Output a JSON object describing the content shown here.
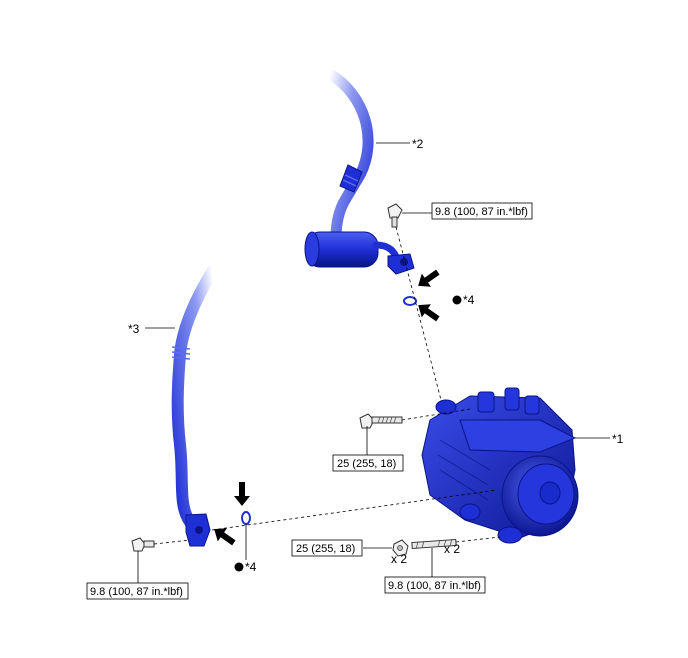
{
  "callouts": {
    "compressor": "*1",
    "discharge_hose": "*2",
    "suction_hose": "*3",
    "o_ring_upper": "*4",
    "o_ring_lower": "*4"
  },
  "torque": {
    "upper_bolt": "9.8 (100, 87 in.*lbf)",
    "compressor_bolt": "25 (255, 18)",
    "nut": "25 (255, 18)",
    "stud_bolt": "9.8 (100, 87 in.*lbf)",
    "lower_left_bolt": "9.8 (100, 87 in.*lbf)"
  },
  "quantities": {
    "nut_qty": "x 2",
    "stud_qty": "x 2"
  },
  "colors": {
    "part_blue": "#1f2fd6",
    "part_dark": "#0a1488",
    "part_light": "#5a6cf2",
    "arrow": "#000000",
    "leader": "#000000"
  }
}
